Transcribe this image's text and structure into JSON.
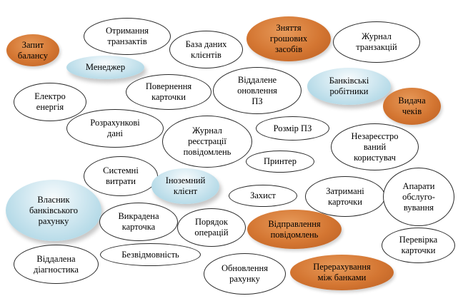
{
  "colors": {
    "orange": "#d47632",
    "blue": "#a9d5e4",
    "outline": "#2a2a2a"
  },
  "nodes": [
    {
      "id": "zapyt-balansu",
      "label": "Запит\nбалансу",
      "style": "orange"
    },
    {
      "id": "otrymannia-tranzaktsii",
      "label": "Отримання\nтранзактів",
      "style": "plain"
    },
    {
      "id": "baza-danykh-kliientiv",
      "label": "База даних\nклієнтів",
      "style": "plain"
    },
    {
      "id": "zniattia-hroshovykh-zasobiv",
      "label": "Зняття\nгрошових\nзасобів",
      "style": "orange"
    },
    {
      "id": "zhurnal-tranzaktsii",
      "label": "Журнал\nтранзакцій",
      "style": "plain"
    },
    {
      "id": "menedzher",
      "label": "Менеджер",
      "style": "blue"
    },
    {
      "id": "povernennia-kartochky",
      "label": "Повернення\nкарточки",
      "style": "plain"
    },
    {
      "id": "viddalene-onovlennia-pz",
      "label": "Віддалене\nоновлення\nПЗ",
      "style": "plain"
    },
    {
      "id": "bankivski-robitnyky",
      "label": "Банківські\nробітники",
      "style": "blue"
    },
    {
      "id": "elektro-enerhiia",
      "label": "Електро\nенергія",
      "style": "plain"
    },
    {
      "id": "vydacha-chekiv",
      "label": "Видача\nчеків",
      "style": "orange"
    },
    {
      "id": "rozrakhunkovi-dani",
      "label": "Розрахункові\nдані",
      "style": "plain"
    },
    {
      "id": "zhurnal-reiestratsii-povidomlen",
      "label": "Журнал\nреєстрації\nповідомлень",
      "style": "plain"
    },
    {
      "id": "rozmir-pz",
      "label": "Розмір ПЗ",
      "style": "plain"
    },
    {
      "id": "nezareiestrovanyi-korystuvach",
      "label": "Незареєстро\nваний\nкористувач",
      "style": "plain"
    },
    {
      "id": "prynter",
      "label": "Принтер",
      "style": "plain"
    },
    {
      "id": "systemni-vytraty",
      "label": "Системні\nвитрати",
      "style": "plain"
    },
    {
      "id": "inozemnyi-kliient",
      "label": "Іноземний\nклієнт",
      "style": "blue"
    },
    {
      "id": "zakhyst",
      "label": "Захист",
      "style": "plain"
    },
    {
      "id": "zatrymani-kartochky",
      "label": "Затримані\nкарточки",
      "style": "plain"
    },
    {
      "id": "aparaty-obsluhovuvannia",
      "label": "Апарати\nобслуго-\nвування",
      "style": "plain"
    },
    {
      "id": "vlasnyk-bankivskoho-rakhunku",
      "label": "Власник\nбанківського\nрахунку",
      "style": "blue"
    },
    {
      "id": "vykradena-kartochka",
      "label": "Викрадена\nкарточка",
      "style": "plain"
    },
    {
      "id": "poriadok-operatsii",
      "label": "Порядок\nоперацій",
      "style": "plain"
    },
    {
      "id": "vidpravlennia-povidomlen",
      "label": "Відправлення\nповідомлень",
      "style": "orange"
    },
    {
      "id": "perevirka-kartochky",
      "label": "Перевірка\nкарточки",
      "style": "plain"
    },
    {
      "id": "bezvidmovnist",
      "label": "Безвідмовність",
      "style": "plain"
    },
    {
      "id": "viddalena-diahnostyka",
      "label": "Віддалена\nдіагностика",
      "style": "plain"
    },
    {
      "id": "onovlennia-rakhunku",
      "label": "Обновлення\nрахунку",
      "style": "plain"
    },
    {
      "id": "pererakhuvannia-mizh-bankamy",
      "label": "Перерахування\nміж банками",
      "style": "orange"
    }
  ]
}
